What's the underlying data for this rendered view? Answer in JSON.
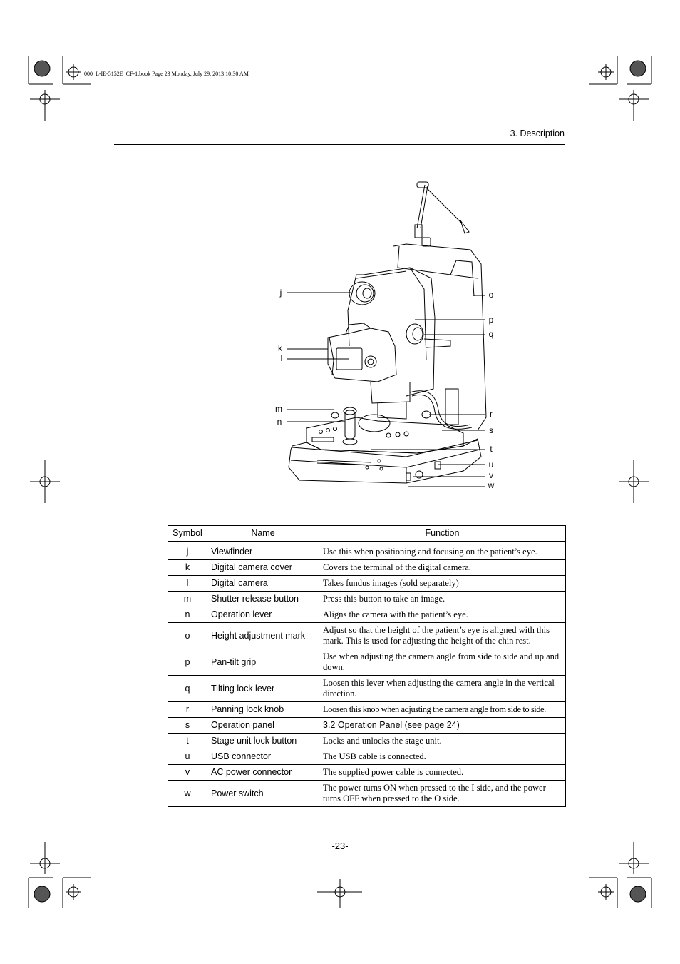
{
  "header": {
    "book_line": "000_L-IE-5152E_CF-1.book  Page 23  Monday, July 29, 2013  10:30 AM",
    "section": "3. Description"
  },
  "figure": {
    "callouts": [
      "j",
      "k",
      "l",
      "m",
      "n",
      "o",
      "p",
      "q",
      "r",
      "s",
      "t",
      "u",
      "v",
      "w"
    ]
  },
  "table": {
    "headers": [
      "Symbol",
      "Name",
      "Function"
    ],
    "rows": [
      {
        "symbol": "j",
        "name": "Viewfinder",
        "function": "Use this when positioning and focusing on the patient’s eye."
      },
      {
        "symbol": "k",
        "name": "Digital camera cover",
        "function": "Covers the terminal of the digital camera."
      },
      {
        "symbol": "l",
        "name": "Digital camera",
        "function": "Takes fundus images (sold separately)"
      },
      {
        "symbol": "m",
        "name": "Shutter release button",
        "function": "Press this button to take an image."
      },
      {
        "symbol": "n",
        "name": "Operation lever",
        "function": "Aligns the camera with the patient’s eye."
      },
      {
        "symbol": "o",
        "name": "Height adjustment mark",
        "function": "Adjust so that the height of the patient’s eye is aligned with this mark. This is used for adjusting the height of the chin rest."
      },
      {
        "symbol": "p",
        "name": "Pan-tilt grip",
        "function": "Use when adjusting the camera angle from side to side and up and down."
      },
      {
        "symbol": "q",
        "name": "Tilting lock lever",
        "function": "Loosen this lever when adjusting the camera angle in the vertical direction."
      },
      {
        "symbol": "r",
        "name": "Panning lock knob",
        "function": "Loosen this knob when adjusting the camera angle from side to side."
      },
      {
        "symbol": "s",
        "name": "Operation panel",
        "function": "3.2 Operation Panel (see page 24)"
      },
      {
        "symbol": "t",
        "name": "Stage unit lock button",
        "function": "Locks and unlocks the stage unit."
      },
      {
        "symbol": "u",
        "name": "USB connector",
        "function": "The USB cable is connected."
      },
      {
        "symbol": "v",
        "name": "AC power connector",
        "function": "The supplied power cable is connected."
      },
      {
        "symbol": "w",
        "name": "Power switch",
        "function": "The power turns ON when pressed to the I side, and the power turns OFF when pressed to the O side."
      }
    ]
  },
  "footer": {
    "page_number": "-23-"
  }
}
